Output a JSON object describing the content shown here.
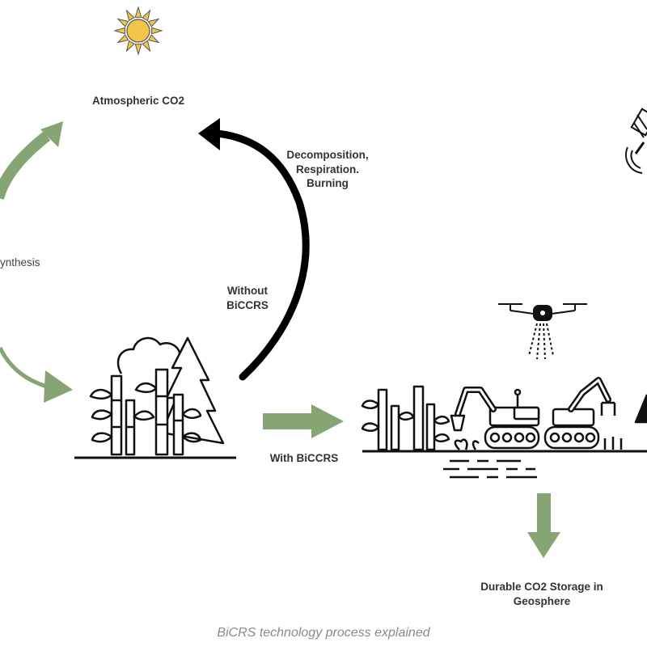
{
  "diagram": {
    "nodes": {
      "sun": {
        "icon": "sun-icon",
        "color": "#f3c64a"
      },
      "atmosphere": {
        "label": "Atmospheric CO2"
      },
      "biomass": {
        "icon": "plants-and-trees-icon"
      },
      "farm": {
        "icon": "robotic-farm-icon"
      },
      "storage": {
        "line1": "Durable CO2 Storage in",
        "line2": "Geosphere"
      }
    },
    "edges": {
      "photosynthesis": {
        "label": "ynthesis",
        "color": "#86a474"
      },
      "release": {
        "line1": "Decomposition,",
        "line2": "Respiration.",
        "line3": "Burning",
        "color": "#000000"
      },
      "without": {
        "line1": "Without",
        "line2": "BiCCRS"
      },
      "with": {
        "label": "With BiCCRS",
        "color": "#86a474"
      },
      "to_storage": {
        "color": "#86a474"
      }
    },
    "caption": "BiCRS technology process explained"
  }
}
